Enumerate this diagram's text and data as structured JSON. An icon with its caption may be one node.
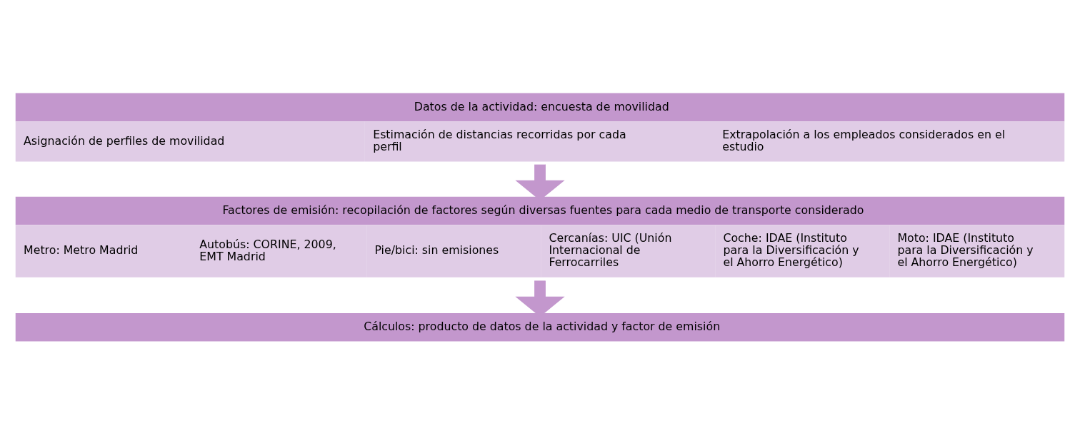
{
  "diagram": {
    "nodes": [
      {
        "text": [
          "Datos de la actividad: encuesta de movilidad",
          "Asignación de perfiles de movilidad",
          "Estimación de distancias recorridas por cada perfil",
          "Extrapolación a los empleados considerados en el estudio"
        ]
      },
      {
        "text": [
          "Factores de emisión: recopilación de factores según diversas fuentes para cada medio de transporte considerado",
          "Metro: Metro Madrid",
          "Autobús: CORINE, 2009, EMT Madrid",
          "Pie/bici: sin emisiones",
          "Cercanías: UIC (Unión Internacional de Ferrocarriles",
          "Coche: IDAE (Instituto para la Diversificación y el Ahorro Energético)",
          "Moto: IDAE (Instituto para la Diversificación y el Ahorro Energético)"
        ]
      },
      {
        "text": [
          "Cálculos: producto de datos de la actividad y factor de emisión"
        ]
      }
    ],
    "edges": [
      {
        "from": 0,
        "to": 1,
        "arrow": "to"
      },
      {
        "from": 1,
        "to": 2,
        "arrow": "to"
      }
    ]
  }
}
